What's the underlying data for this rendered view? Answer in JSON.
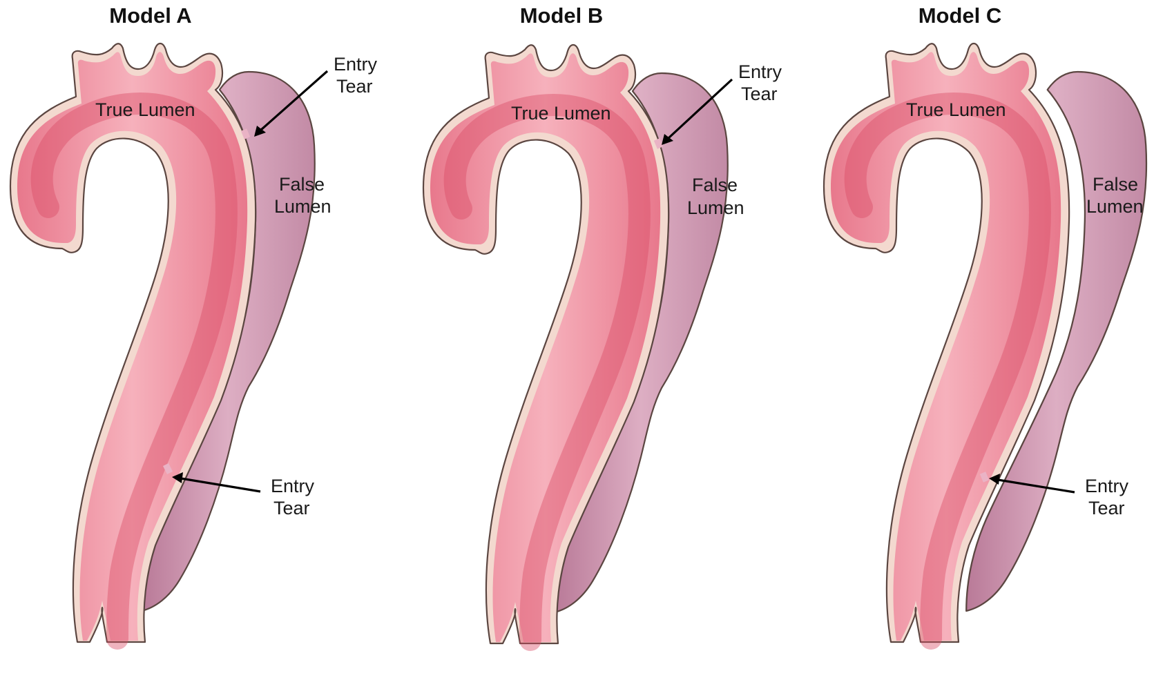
{
  "panels": [
    {
      "title": "Model A",
      "labels": {
        "true_lumen": "True Lumen",
        "false_lumen_line1": "False",
        "false_lumen_line2": "Lumen",
        "upper_tear_line1": "Entry",
        "upper_tear_line2": "Tear",
        "lower_tear_line1": "Entry",
        "lower_tear_line2": "Tear"
      }
    },
    {
      "title": "Model B",
      "labels": {
        "true_lumen": "True Lumen",
        "false_lumen_line1": "False",
        "false_lumen_line2": "Lumen",
        "upper_tear_line1": "Entry",
        "upper_tear_line2": "Tear"
      }
    },
    {
      "title": "Model C",
      "labels": {
        "true_lumen": "True Lumen",
        "false_lumen_line1": "False",
        "false_lumen_line2": "Lumen",
        "lower_tear_line1": "Entry",
        "lower_tear_line2": "Tear"
      }
    }
  ],
  "colors": {
    "true_lumen": "#ef8c9c",
    "true_lumen_core": "#d94b63",
    "false_lumen": "#c98fab",
    "vessel_wall": "#f3d9cf",
    "outline": "#5b4641",
    "arrow": "#000000"
  }
}
